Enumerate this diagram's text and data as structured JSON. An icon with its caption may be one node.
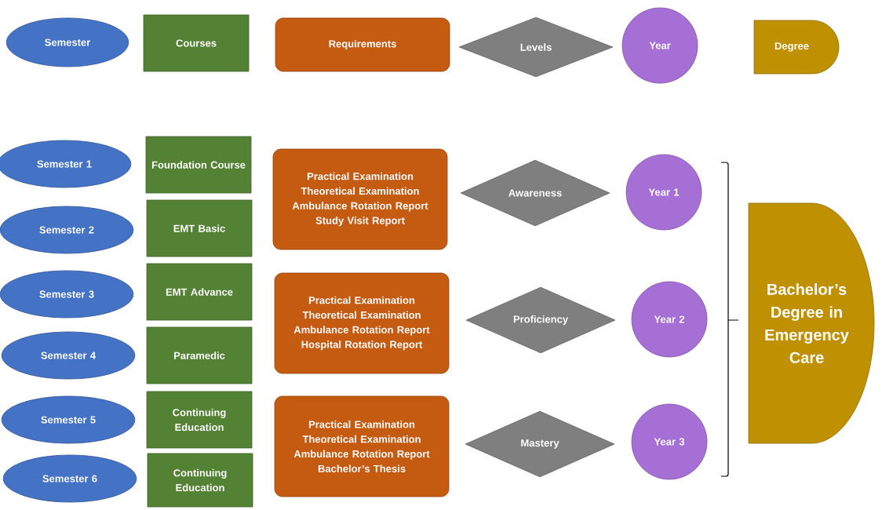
{
  "diagram": {
    "nodes": [
      {
        "text": [
          "Semester"
        ]
      },
      {
        "text": [
          "Courses"
        ]
      },
      {
        "text": [
          "Requirements"
        ]
      },
      {
        "text": [
          "Levels"
        ]
      },
      {
        "text": [
          "Year"
        ]
      },
      {
        "text": [
          "Degree"
        ]
      },
      {
        "text": [
          "Semester 1"
        ]
      },
      {
        "text": [
          "Foundation Course"
        ]
      },
      {
        "text": [
          "Semester 2"
        ]
      },
      {
        "text": [
          "EMT Basic"
        ]
      },
      {
        "text": [
          "Semester 3"
        ]
      },
      {
        "text": [
          "EMT Advance"
        ]
      },
      {
        "text": [
          "Semester 4"
        ]
      },
      {
        "text": [
          "Paramedic"
        ]
      },
      {
        "text": [
          "Semester 5"
        ]
      },
      {
        "text": [
          "Continuing Education"
        ]
      },
      {
        "text": [
          "Semester 6"
        ]
      },
      {
        "text": [
          "Continuing Education"
        ]
      },
      {
        "text": [
          "Practical Examination",
          "Theoretical Examination",
          "Ambulance Rotation Report",
          "Study Visit Report"
        ]
      },
      {
        "text": [
          "Awareness"
        ]
      },
      {
        "text": [
          "Year 1"
        ]
      },
      {
        "text": [
          "Practical Examination",
          "Theoretical Examination",
          "Ambulance Rotation Report",
          "Hospital Rotation Report"
        ]
      },
      {
        "text": [
          "Proficiency"
        ]
      },
      {
        "text": [
          "Year 2"
        ]
      },
      {
        "text": [
          "Practical Examination",
          "Theoretical Examination",
          "Ambulance Rotation Report",
          "Bachelor’s Thesis"
        ]
      },
      {
        "text": [
          "Mastery"
        ]
      },
      {
        "text": [
          "Year 3"
        ]
      },
      {
        "text": [
          "Bachelor’s Degree in Emergency Care"
        ]
      }
    ]
  }
}
